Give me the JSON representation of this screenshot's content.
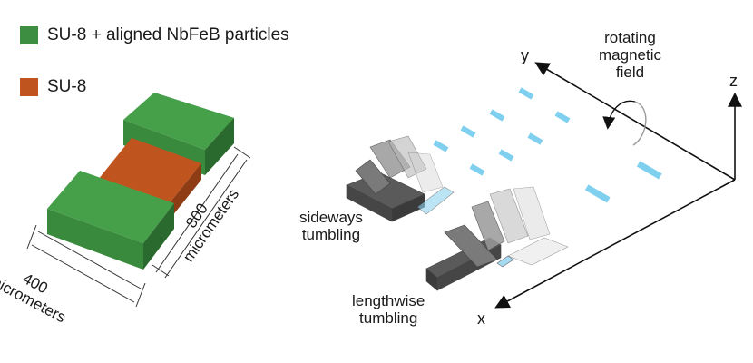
{
  "legend": {
    "items": [
      {
        "label": "SU-8 + aligned NbFeB particles",
        "color": "#3e8e41"
      },
      {
        "label": "SU-8",
        "color": "#c0541f"
      }
    ]
  },
  "dimensions": {
    "width_value": "400",
    "width_unit": "micrometers",
    "length_value": "800",
    "length_unit": "micrometers"
  },
  "field": {
    "line1": "rotating",
    "line2": "magnetic",
    "line3": "field"
  },
  "axes": {
    "x": "x",
    "y": "y",
    "z": "z"
  },
  "modes": {
    "sideways_1": "sideways",
    "sideways_2": "tumbling",
    "lengthwise_1": "lengthwise",
    "lengthwise_2": "tumbling"
  },
  "colors": {
    "track": "#7fd0ee",
    "robot": "#6e6e6e"
  }
}
